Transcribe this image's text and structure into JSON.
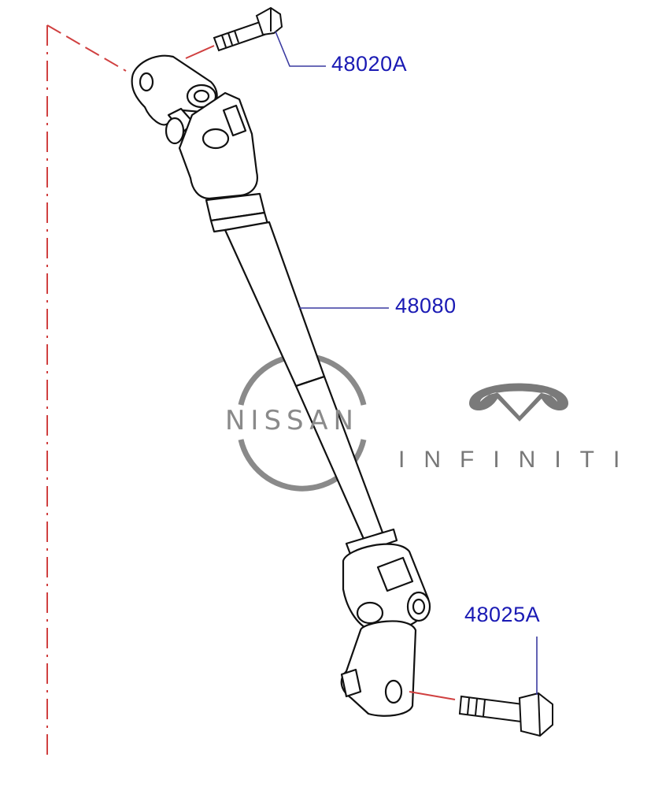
{
  "parts": {
    "upper_bolt": {
      "number": "48020A"
    },
    "shaft": {
      "number": "48080"
    },
    "lower_bolt": {
      "number": "48025A"
    }
  },
  "watermarks": {
    "brand1": "NISSAN",
    "brand2": "INFINITI"
  },
  "colors": {
    "callout_text": "#1a1ab4",
    "leader_line": "#3a3aa0",
    "centerline": "#d04040",
    "watermark": "#8a8a8a"
  }
}
